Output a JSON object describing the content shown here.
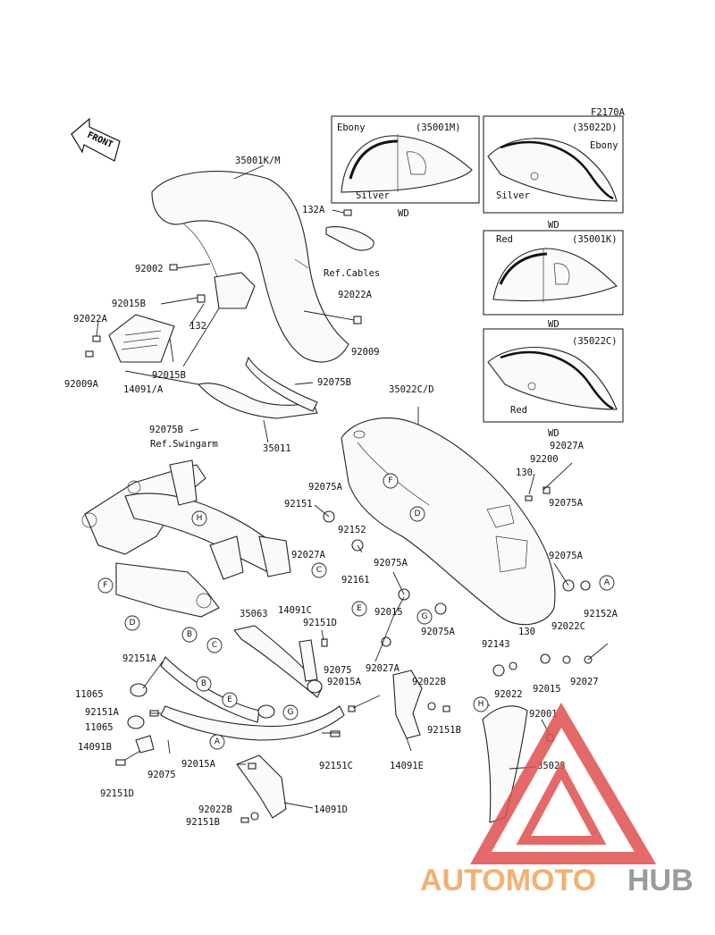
{
  "figure_code": "F2170A",
  "front_label": "FRONT",
  "inset_labels": {
    "inset1_model": "(35001M)",
    "inset1_color_a": "Ebony",
    "inset1_color_b": "Silver",
    "inset2_model": "(35022D)",
    "inset2_color_a": "Ebony",
    "inset2_color_b": "Silver",
    "inset3_model": "(35001K)",
    "inset3_color_a": "Red",
    "inset4_model": "(35022C)",
    "inset4_color_a": "Red",
    "wd": "WD"
  },
  "parts": {
    "p35001km": "35001K/M",
    "p132a": "132A",
    "ref_cables": "Ref.Cables",
    "p92002": "92002",
    "p92015b_1": "92015B",
    "p92022a_1": "92022A",
    "p92022a_2": "92022A",
    "p132": "132",
    "p92009a": "92009A",
    "p14091a": "14091/A",
    "p92015b_2": "92015B",
    "p92009": "92009",
    "p92075b_1": "92075B",
    "p92075b_2": "92075B",
    "p35011": "35011",
    "ref_swingarm": "Ref.Swingarm",
    "p35022cd": "35022C/D",
    "p92027a_1": "92027A",
    "p130_1": "130",
    "p92200": "92200",
    "p92075a_1": "92075A",
    "p92151_1": "92151",
    "p92152": "92152",
    "p92076a": "92075A",
    "p92027a_2": "92027A",
    "p92161": "92161",
    "p92075a_2": "92075A",
    "p92075a_3": "92075A",
    "p92152a": "92152A",
    "p92015": "92015",
    "p92075a_4": "92075A",
    "p92022c": "92022C",
    "p35063": "35063",
    "p14091c": "14091C",
    "p92151d_1": "92151D",
    "p92075": "92075",
    "p92027a_3": "92027A",
    "p92143": "92143",
    "p130_2": "130",
    "p92022": "92022",
    "p92015_2": "92015",
    "p92027": "92027",
    "p92151a_1": "92151A",
    "p11065_1": "11065",
    "p92151a_2": "92151A",
    "p11065_2": "11065",
    "p92015a_1": "92015A",
    "p92022b_1": "92022B",
    "p92151b_1": "92151B",
    "p14091b": "14091B",
    "p92075_2": "92075",
    "p92151d_2": "92151D",
    "p92015a_2": "92015A",
    "p92151c": "92151C",
    "p14091e": "14091E",
    "p92001": "92001",
    "p35023": "35023",
    "p92022b_2": "92022B",
    "p92151b_2": "92151B",
    "p14091d": "14091D"
  },
  "callouts": {
    "a": "A",
    "b": "B",
    "c": "C",
    "d": "D",
    "e": "E",
    "f": "F",
    "g": "G",
    "h": "H"
  },
  "watermark": {
    "part1": "AUTOMOTO",
    "part2": "HUB",
    "color_orange": "#f0a45a",
    "color_gray": "#8a8a8a",
    "color_red": "#e05050"
  }
}
